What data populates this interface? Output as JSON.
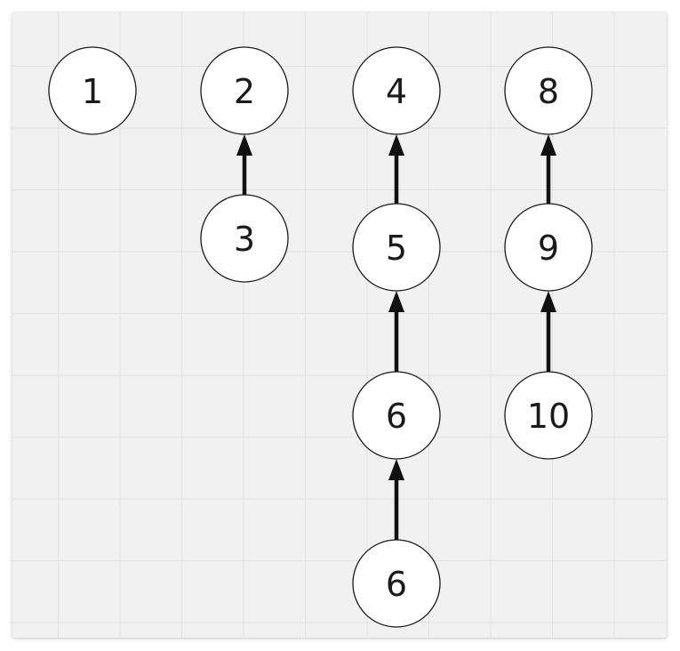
{
  "diagram": {
    "type": "forest",
    "nodes": [
      {
        "id": "n1",
        "label": "1"
      },
      {
        "id": "n2",
        "label": "2"
      },
      {
        "id": "n3",
        "label": "3"
      },
      {
        "id": "n4",
        "label": "4"
      },
      {
        "id": "n5",
        "label": "5"
      },
      {
        "id": "n6a",
        "label": "6"
      },
      {
        "id": "n6b",
        "label": "6"
      },
      {
        "id": "n8",
        "label": "8"
      },
      {
        "id": "n9",
        "label": "9"
      },
      {
        "id": "n10",
        "label": "10"
      }
    ],
    "edges": [
      {
        "from": "n3",
        "to": "n2"
      },
      {
        "from": "n5",
        "to": "n4"
      },
      {
        "from": "n6a",
        "to": "n5"
      },
      {
        "from": "n6b",
        "to": "n6a"
      },
      {
        "from": "n9",
        "to": "n8"
      },
      {
        "from": "n10",
        "to": "n9"
      }
    ],
    "colors": {
      "canvas": "#f1f1f1",
      "grid": "#e1e1e1",
      "node_fill": "#ffffff",
      "node_stroke": "#1a1a1a",
      "edge": "#111111"
    }
  }
}
